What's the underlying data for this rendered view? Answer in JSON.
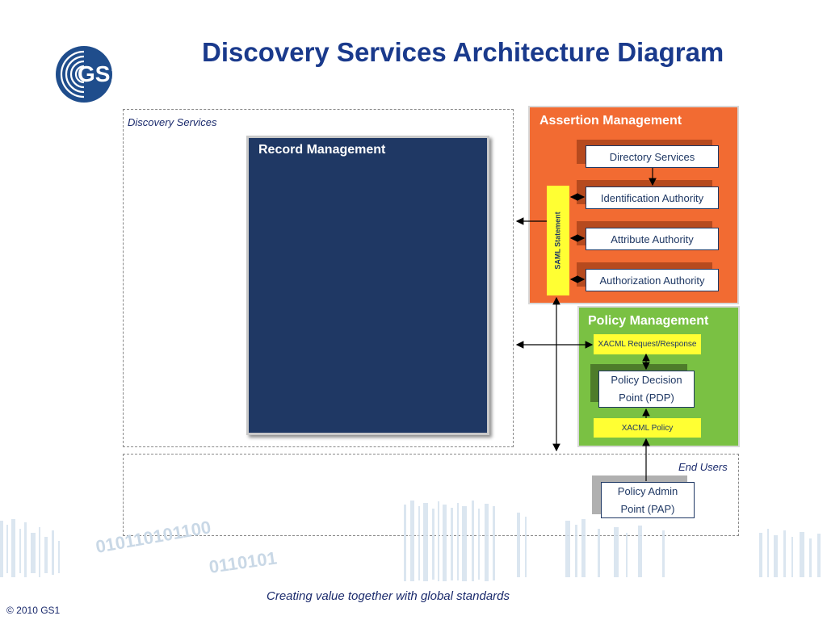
{
  "title": "Discovery Services Architecture Diagram",
  "logo": {
    "text": "GS1"
  },
  "regions": {
    "discovery_services": "Discovery Services",
    "end_users": "End Users"
  },
  "record_management": {
    "label": "Record Management"
  },
  "assertion_management": {
    "label": "Assertion Management",
    "items": [
      "Directory Services",
      "Identification Authority",
      "Attribute Authority",
      "Authorization Authority"
    ],
    "saml": "SAML Statement"
  },
  "policy_management": {
    "label": "Policy Management",
    "xacml_request": "XACML Request/Response",
    "pdp": "Policy Decision Point (PDP)",
    "xacml_policy": "XACML Policy"
  },
  "pap": "Policy Admin Point (PAP)",
  "footer": {
    "tagline": "Creating value together with global standards",
    "copyright": "© 2010 GS1"
  },
  "colors": {
    "title": "#1a3a8c",
    "record_management": "#1f3864",
    "assertion_management": "#f26b32",
    "policy_management": "#7ac143",
    "highlight": "#ffff33"
  }
}
